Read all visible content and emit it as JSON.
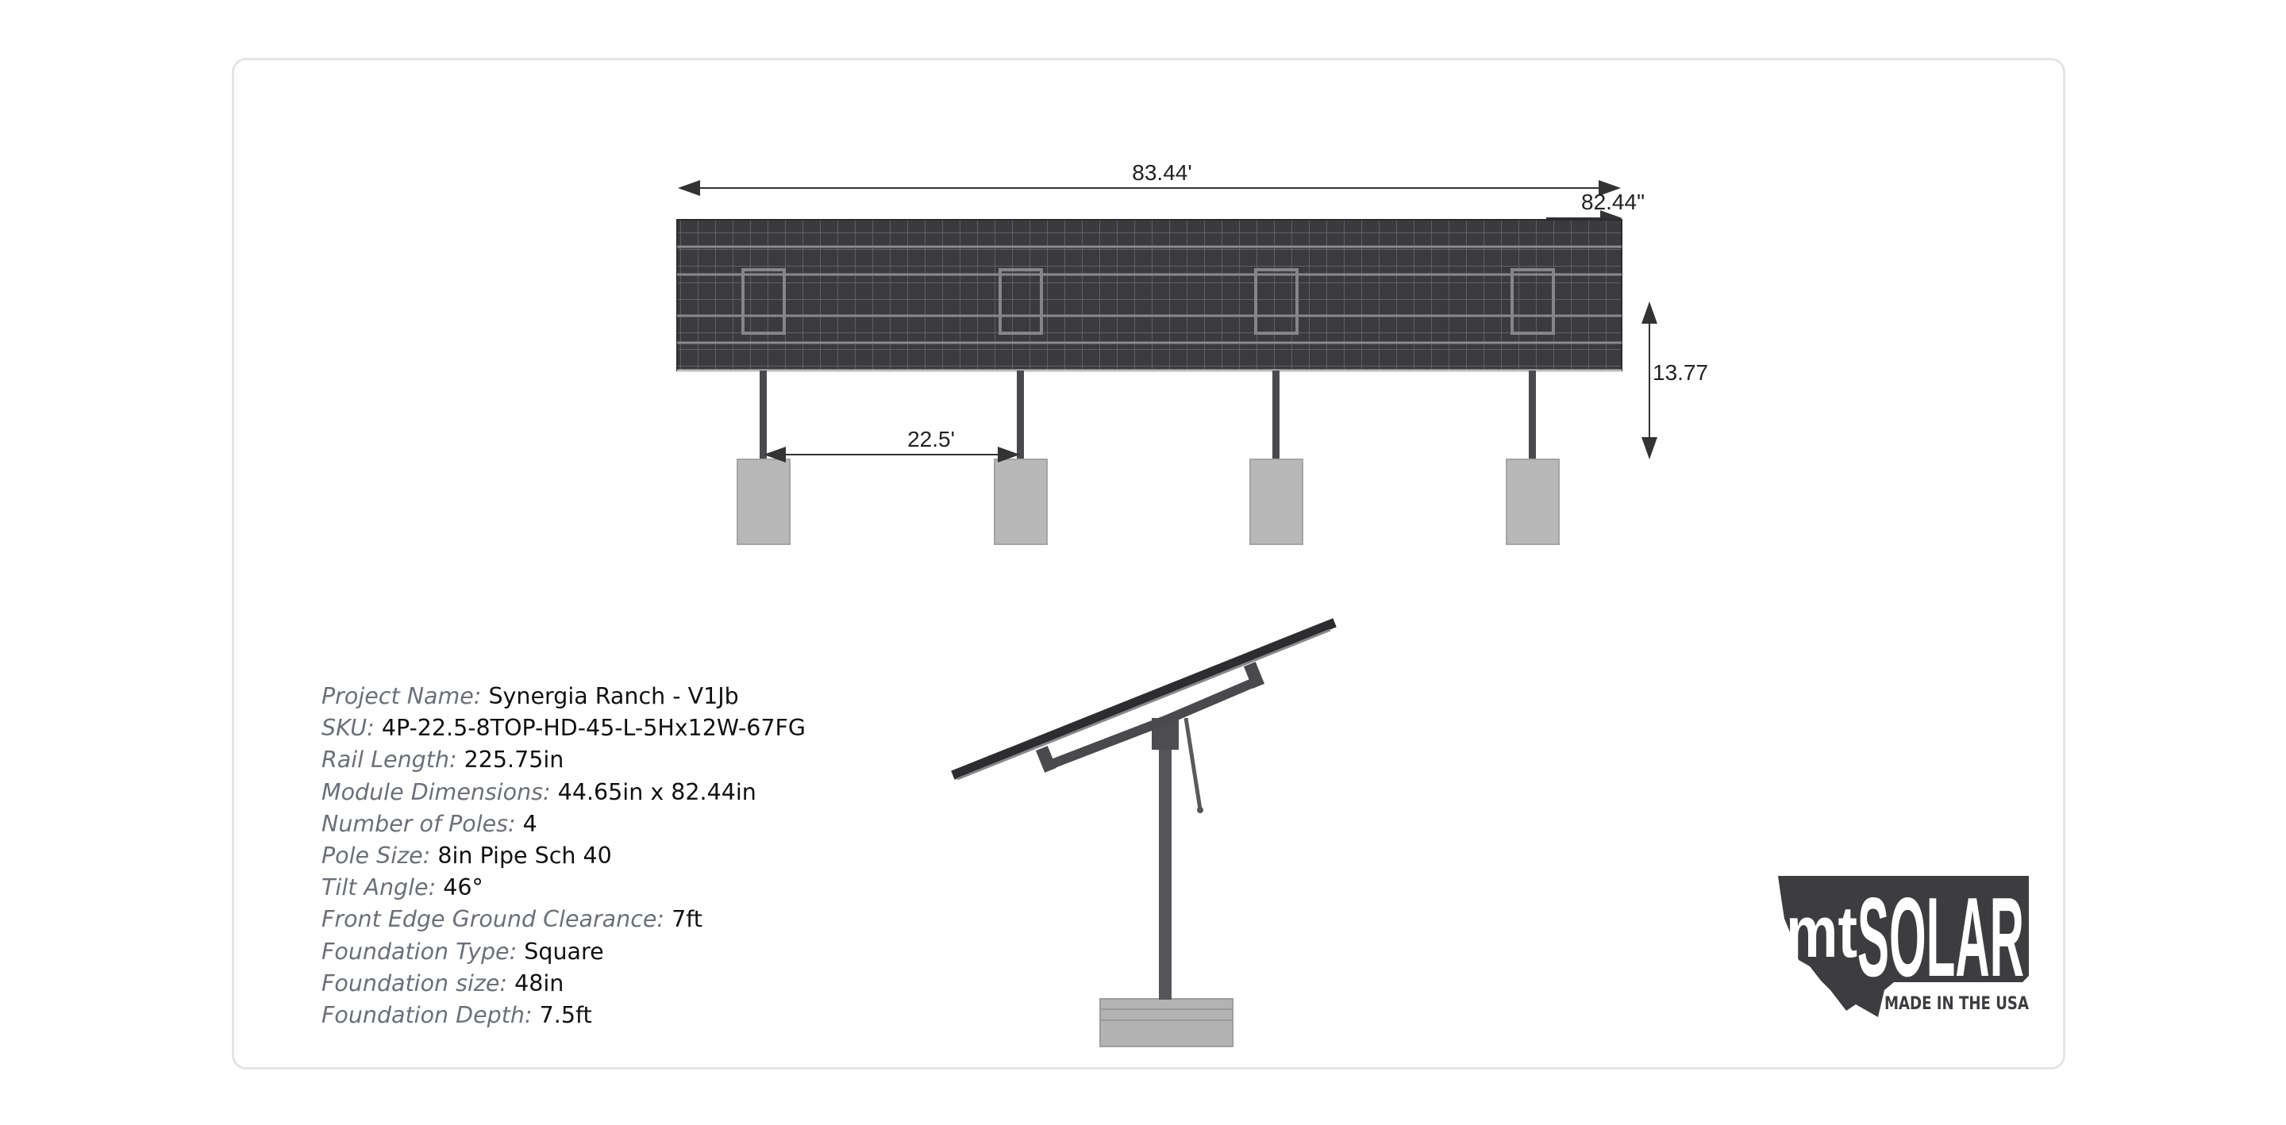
{
  "drawing": {
    "front_view": {
      "overall_width": "83.44'",
      "module_width": "82.44\"",
      "height": "13.77",
      "pole_spacing": "22.5'"
    }
  },
  "specs": [
    {
      "label": "Project Name:",
      "value": "Synergia Ranch - V1Jb"
    },
    {
      "label": "SKU:",
      "value": "4P-22.5-8TOP-HD-45-L-5Hx12W-67FG"
    },
    {
      "label": "Rail Length:",
      "value": "225.75in"
    },
    {
      "label": "Module Dimensions:",
      "value": "44.65in x 82.44in"
    },
    {
      "label": "Number of Poles:",
      "value": "4"
    },
    {
      "label": "Pole Size:",
      "value": "8in Pipe Sch 40"
    },
    {
      "label": "Tilt Angle:",
      "value": "46°"
    },
    {
      "label": "Front Edge Ground Clearance:",
      "value": "7ft"
    },
    {
      "label": "Foundation Type:",
      "value": "Square"
    },
    {
      "label": "Foundation size:",
      "value": "48in"
    },
    {
      "label": "Foundation Depth:",
      "value": "7.5ft"
    }
  ],
  "logo": {
    "brand_a": "mt",
    "brand_b": "SOLAR",
    "tagline": "MADE IN THE USA",
    "color": "#3d3d40"
  }
}
